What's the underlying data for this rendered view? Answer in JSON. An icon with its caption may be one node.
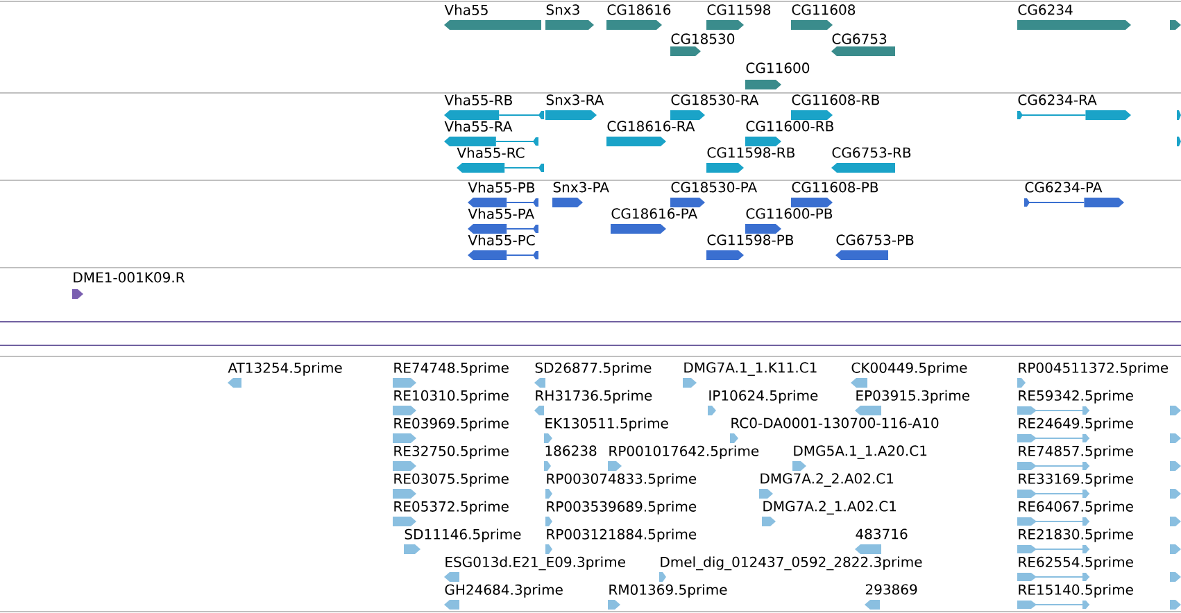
{
  "diagram": {
    "labels": [
      "Vha55",
      "Snx3",
      "CG18616",
      "CG11598",
      "CG11608",
      "CG6234",
      "CG18530",
      "CG6753",
      "CG11600",
      "Vha55-RB",
      "Snx3-RA",
      "CG18530-RA",
      "CG11608-RB",
      "CG6234-RA",
      "Vha55-RA",
      "CG18616-RA",
      "CG11600-RB",
      "Vha55-RC",
      "CG11598-RB",
      "CG6753-RB",
      "Vha55-PB",
      "Snx3-PA",
      "CG18530-PA",
      "CG11608-PB",
      "CG6234-PA",
      "Vha55-PA",
      "CG18616-PA",
      "CG11600-PB",
      "Vha55-PC",
      "CG11598-PB",
      "CG6753-PB",
      "DME1-001K09.R",
      "AT13254.5prime",
      "RE74748.5prime",
      "SD26877.5prime",
      "DMG7A.1_1.K11.C1",
      "CK00449.5prime",
      "RP004511372.5prime",
      "RE10310.5prime",
      "RH31736.5prime",
      "IP10624.5prime",
      "EP03915.3prime",
      "RE59342.5prime",
      "RE03969.5prime",
      "EK130511.5prime",
      "RC0-DA0001-130700-116-A10",
      "RE24649.5prime",
      "RE32750.5prime",
      "186238",
      "RP001017642.5prime",
      "DMG5A.1_1.A20.C1",
      "RE74857.5prime",
      "RE03075.5prime",
      "RP003074833.5prime",
      "DMG7A.2_2.A02.C1",
      "RE33169.5prime",
      "RE05372.5prime",
      "RP003539689.5prime",
      "DMG7A.2_1.A02.C1",
      "RE64067.5prime",
      "SD11146.5prime",
      "RP003121884.5prime",
      "483716",
      "RE21830.5prime",
      "ESG013d.E21_E09.3prime",
      "Dmel_dig_012437_0592_2822.3prime",
      "RE62554.5prime",
      "GH24684.3prime",
      "RM01369.5prime",
      "293869",
      "RE15140.5prime"
    ]
  }
}
